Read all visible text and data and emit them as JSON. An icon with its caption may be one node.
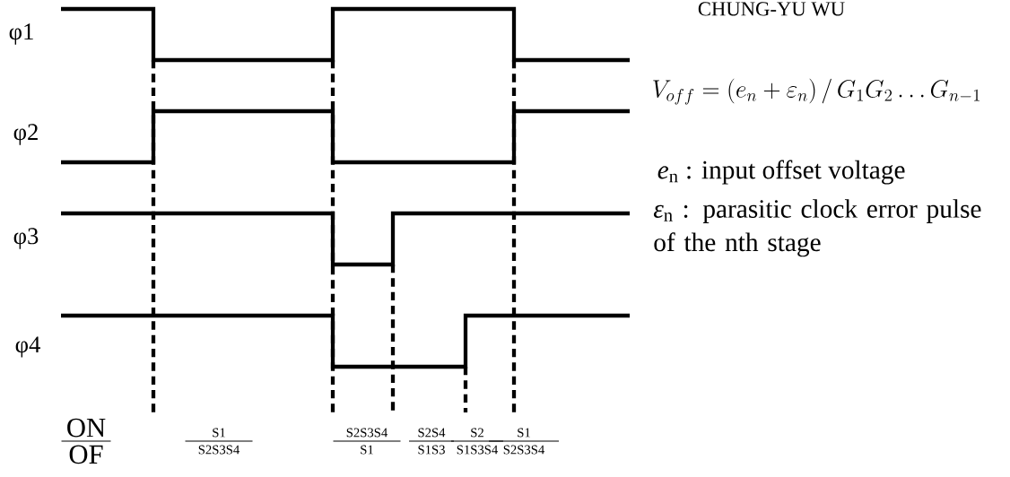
{
  "diagram": {
    "labels": [
      "CHUNG-YU WU",
      "φ1",
      "V_{off} = (e_n + \\varepsilon_n) \\,/\\, G_1 G_2 \\ldots G_{n-1}",
      "φ2",
      "*e*$_{n}$ : input offset voltage",
      "φ3",
      "*ε*$_{n}$ : parasitic clock error pulse of the nth stage",
      "φ4",
      "ON",
      "S1",
      "S2S3S4",
      "S2S4",
      "S2",
      "S1",
      "OF",
      "S2S3S4",
      "S1",
      "S1S3",
      "S1S3S4",
      "S2S3S4"
    ]
  }
}
